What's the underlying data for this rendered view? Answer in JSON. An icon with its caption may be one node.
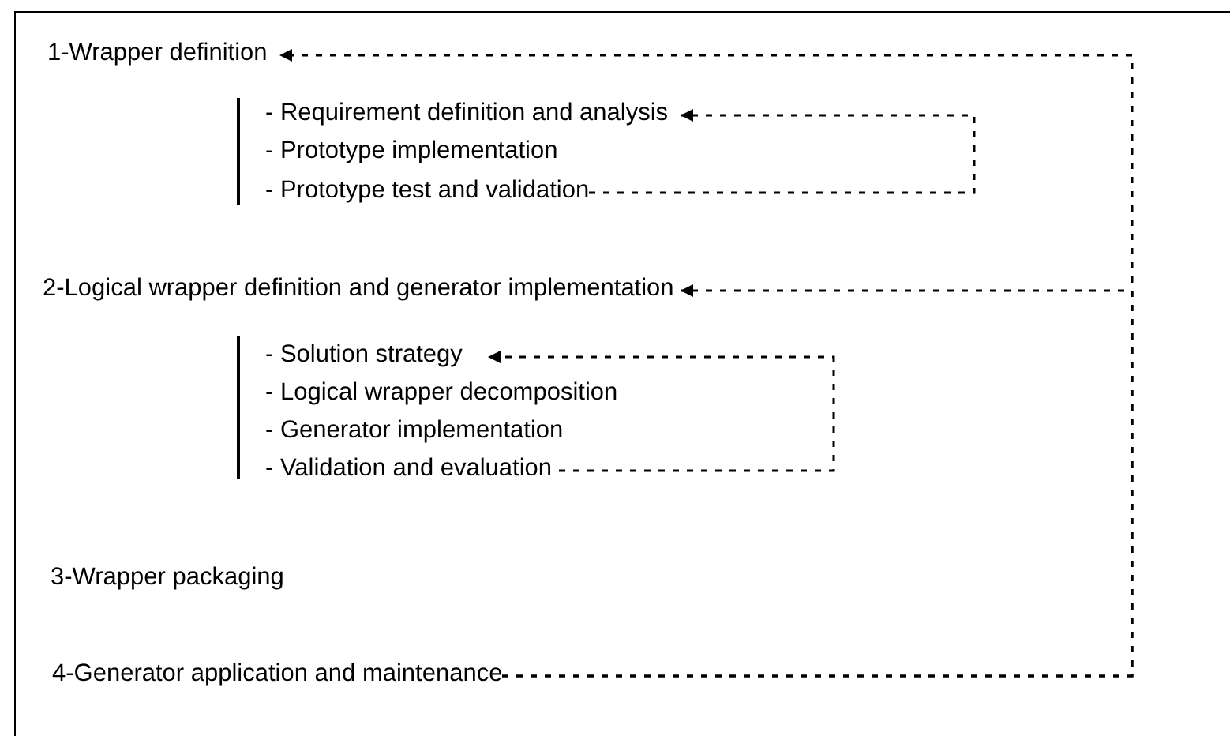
{
  "diagram": {
    "nodes": [
      {
        "text": [
          "1-Wrapper definition"
        ]
      },
      {
        "text": [
          "- Requirement definition and analysis"
        ]
      },
      {
        "text": [
          "- Prototype implementation"
        ]
      },
      {
        "text": [
          "- Prototype test and validation"
        ]
      },
      {
        "text": [
          "2-Logical wrapper definition and generator implementation"
        ]
      },
      {
        "text": [
          "- Solution strategy"
        ]
      },
      {
        "text": [
          "- Logical wrapper decomposition"
        ]
      },
      {
        "text": [
          "- Generator implementation"
        ]
      },
      {
        "text": [
          "- Validation and evaluation"
        ]
      },
      {
        "text": [
          "3-Wrapper packaging"
        ]
      },
      {
        "text": [
          "4-Generator application and maintenance"
        ]
      }
    ],
    "edges": [
      {
        "from": 3,
        "to": 1,
        "arrow": "to",
        "style": "dashed"
      },
      {
        "from": 10,
        "to": 0,
        "arrow": "to",
        "style": "dashed"
      },
      {
        "from": 10,
        "to": 4,
        "arrow": "to",
        "style": "dashed"
      },
      {
        "from": 8,
        "to": 5,
        "arrow": "to",
        "style": "dashed"
      }
    ]
  }
}
